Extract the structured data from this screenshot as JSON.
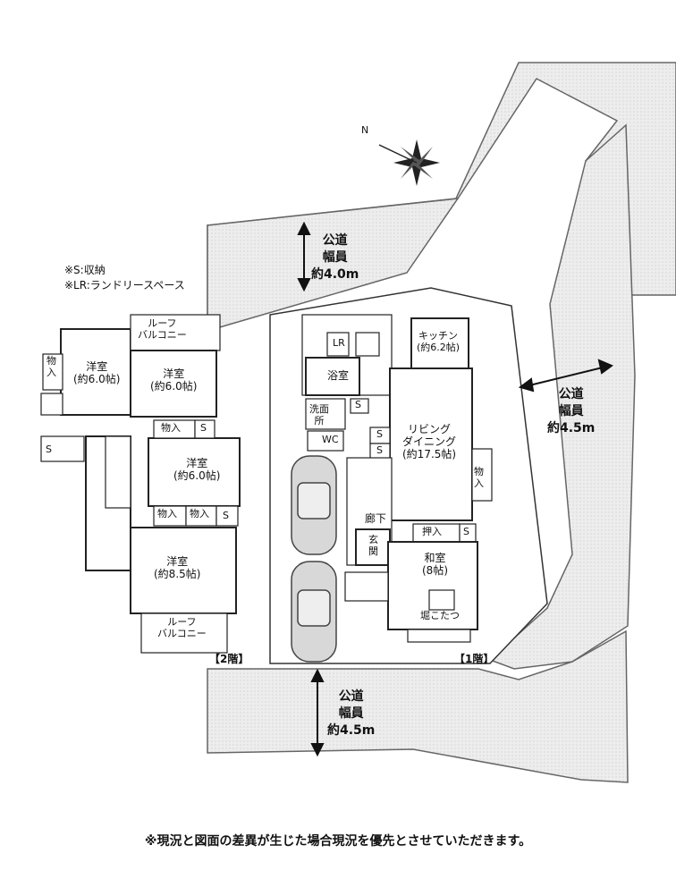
{
  "legend": {
    "line1": "※S:収納",
    "line2": "※LR:ランドリースペース"
  },
  "roads": {
    "north": {
      "l1": "公道",
      "l2": "幅員",
      "l3": "約4.0m"
    },
    "east": {
      "l1": "公道",
      "l2": "幅員",
      "l3": "約4.5m"
    },
    "south": {
      "l1": "公道",
      "l2": "幅員",
      "l3": "約4.5m"
    }
  },
  "compass_letter": "N",
  "floor2": {
    "label": "【2階】",
    "roof_balcony_top": {
      "l1": "ルーフ",
      "l2": "バルコニー"
    },
    "roof_balcony_bottom": {
      "l1": "ルーフ",
      "l2": "バルコニー"
    },
    "room1": {
      "name": "洋室",
      "size": "(約6.0帖)"
    },
    "room2": {
      "name": "洋室",
      "size": "(約6.0帖)"
    },
    "room3": {
      "name": "洋室",
      "size": "(約6.0帖)"
    },
    "room4": {
      "name": "洋室",
      "size": "(約8.5帖)"
    },
    "closet_left": {
      "l1": "物",
      "l2": "入"
    },
    "closet_a": "物入",
    "closet_b": "物入",
    "closet_c": "物入",
    "s_a": "S",
    "s_b": "S",
    "s_c": "S"
  },
  "floor1": {
    "label": "【1階】",
    "kitchen": {
      "name": "キッチン",
      "size": "(約6.2帖)"
    },
    "ldk": {
      "l1": "リビング",
      "l2": "ダイニング",
      "size": "(約17.5帖)"
    },
    "lr": "LR",
    "bath": "浴室",
    "washroom": {
      "l1": "洗面",
      "l2": "所"
    },
    "wc": "WC",
    "corridor": "廊下",
    "entrance": {
      "l1": "玄",
      "l2": "関"
    },
    "oshiire": "押入",
    "japanese_room": {
      "name": "和室",
      "size": "(8帖)"
    },
    "kotatsu": "堀こたつ",
    "closet_side": {
      "l1": "物",
      "l2": "入"
    },
    "s_wash": "S",
    "s_ldk1": "S",
    "s_ldk2": "S",
    "s_japanese": "S"
  },
  "disclaimer": "※現況と図面の差異が生じた場合現況を優先とさせていただきます。"
}
